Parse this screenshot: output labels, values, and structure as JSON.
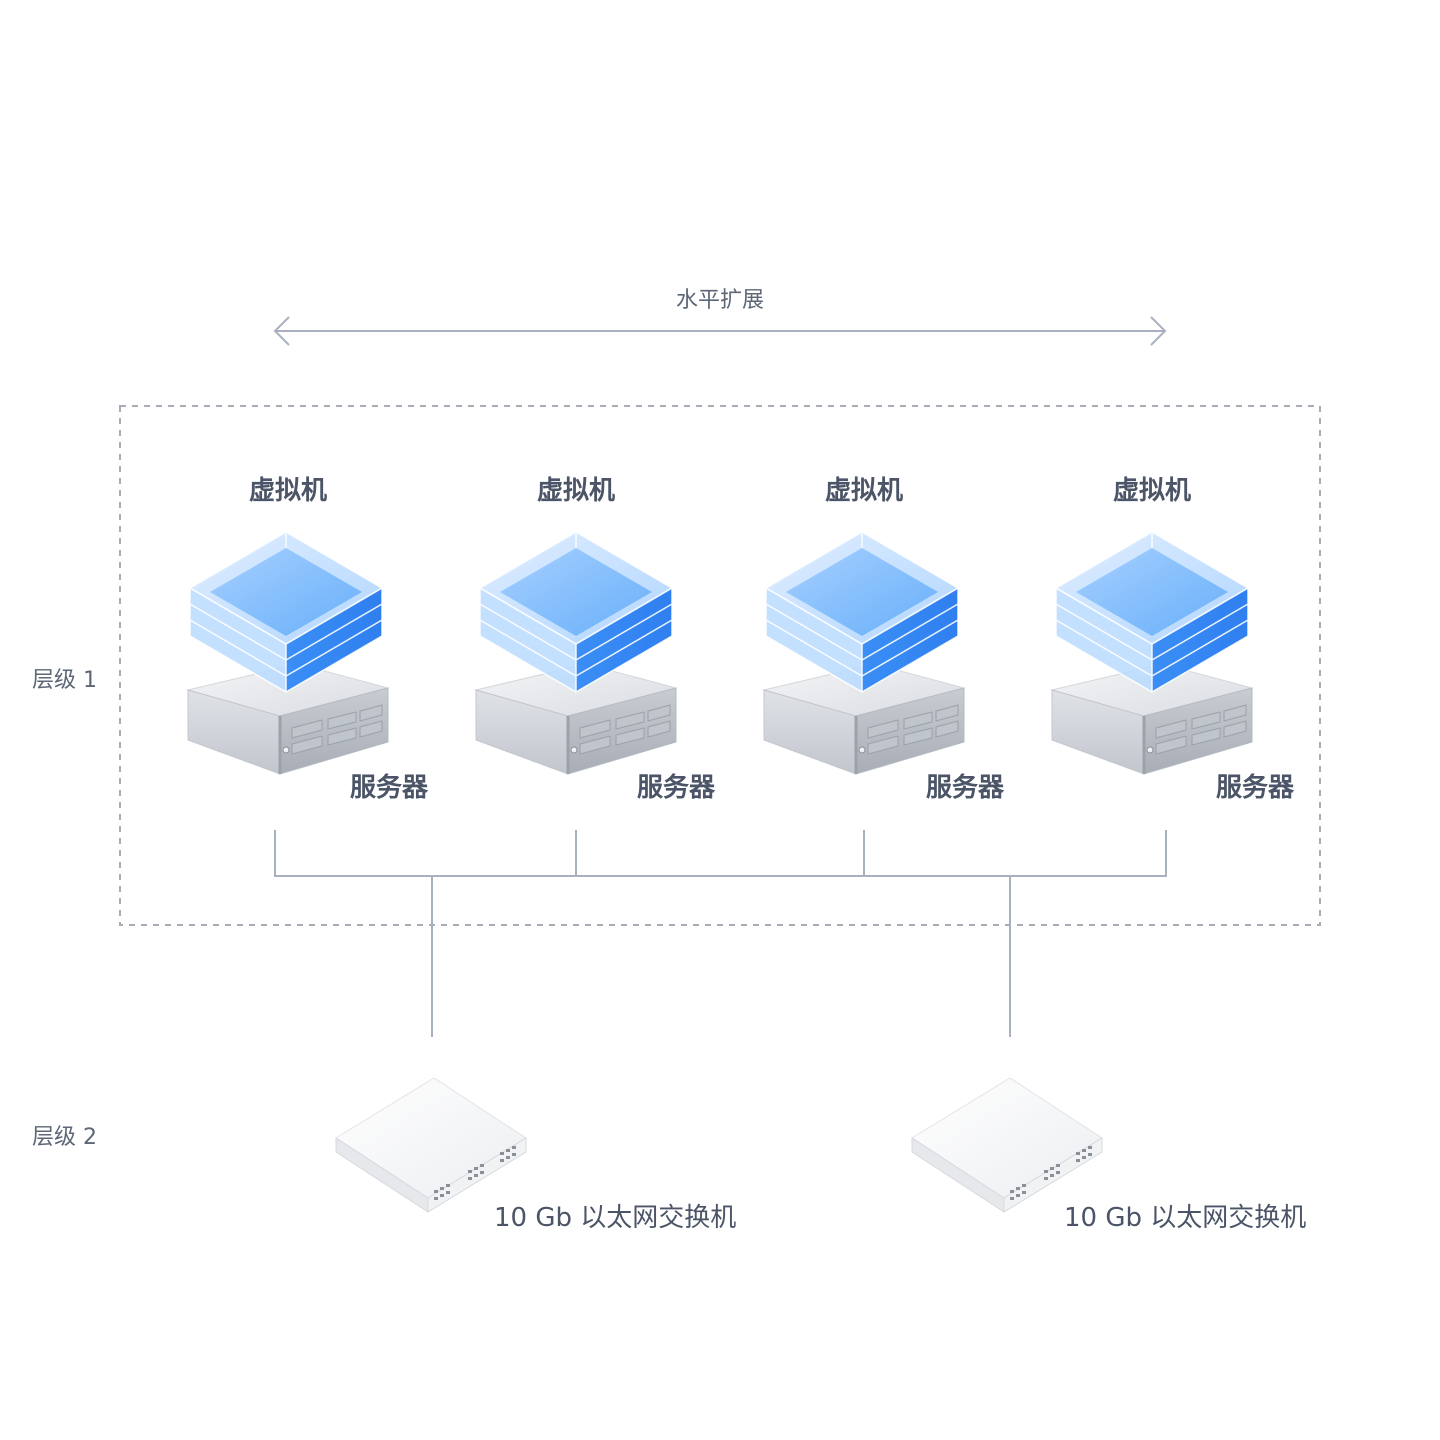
{
  "diagram": {
    "scale_label": "水平扩展",
    "tiers": [
      {
        "label": "层级 1"
      },
      {
        "label": "层级 2"
      }
    ],
    "nodes": [
      {
        "vm_label": "虚拟机",
        "server_label": "服务器"
      },
      {
        "vm_label": "虚拟机",
        "server_label": "服务器"
      },
      {
        "vm_label": "虚拟机",
        "server_label": "服务器"
      },
      {
        "vm_label": "虚拟机",
        "server_label": "服务器"
      }
    ],
    "switches": [
      {
        "label": "10 Gb 以太网交换机"
      },
      {
        "label": "10 Gb 以太网交换机"
      }
    ],
    "colors": {
      "line": "#a9b0bf",
      "dashed_border": "#a9acb6",
      "vm_blue": "#3b8ef5",
      "vm_light": "#bcdcff",
      "text": "#4b5567"
    }
  }
}
